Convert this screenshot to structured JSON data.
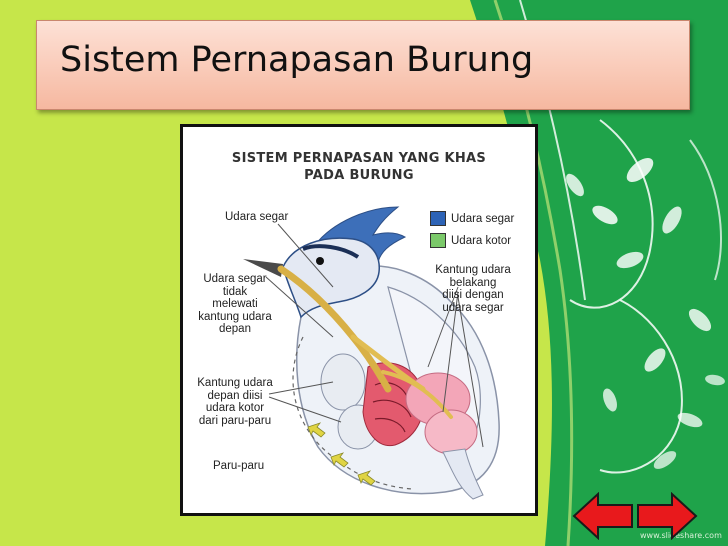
{
  "slide": {
    "title": "Sistem Pernapasan Burung",
    "colors": {
      "lime": "#c6e64a",
      "green": "#1fa34a",
      "title_fill": "#f9c8b4",
      "arrow_red": "#e8191c"
    },
    "watermark": "www.slideshare.com"
  },
  "figure": {
    "title": "SISTEM PERNAPASAN YANG KHAS\nPADA BURUNG",
    "legend": [
      {
        "label": "Udara segar",
        "color": "#2d63b6"
      },
      {
        "label": "Udara kotor",
        "color": "#7bc96a"
      }
    ],
    "labels": {
      "udara_segar": "Udara segar",
      "tidak_melewati": "Udara segar\ntidak\nmelewati\nkantung udara\ndepan",
      "kantung_depan": "Kantung udara\ndepan diisi\nudara kotor\ndari paru-paru",
      "paru_paru": "Paru-paru",
      "kantung_belakang": "Kantung udara\nbelakang\ndiisi dengan\nudara segar"
    }
  },
  "nav": {
    "prev_icon": "arrow-left-icon",
    "next_icon": "arrow-right-icon"
  }
}
